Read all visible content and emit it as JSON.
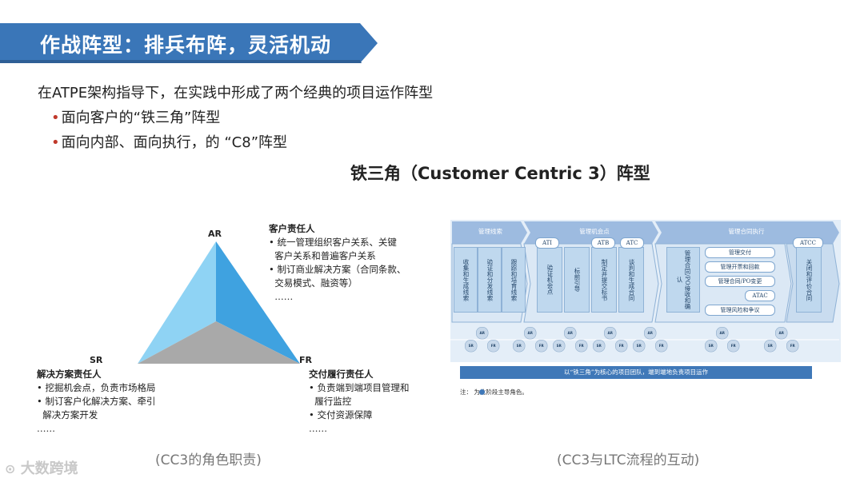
{
  "header": {
    "title": "作战阵型：排兵布阵，灵活机动",
    "banner_color": "#3a76b8"
  },
  "intro": {
    "line": "在ATPE架构指导下，在实践中形成了两个经典的项目运作阵型",
    "bullets": [
      "面向客户的“铁三角”阵型",
      "面向内部、面向执行，的 “C8”阵型"
    ]
  },
  "section_title": "铁三角（Customer Centric 3）阵型",
  "triangle": {
    "top_label": "AR",
    "left_label": "SR",
    "right_label": "FR",
    "colors": {
      "left_face": "#8fd3f4",
      "right_face": "#3fa2e0",
      "bottom_face": "#a9a9a9"
    },
    "ar_block": {
      "heading": "客户责任人",
      "lines": [
        "• 统一管理组织客户关系、关键",
        "  客户关系和普遍客户关系",
        "• 制订商业解决方案（合同条款、",
        "  交易模式、融资等）",
        "  ……"
      ]
    },
    "sr_block": {
      "heading": "解决方案责任人",
      "lines": [
        "• 挖掘机会点，负责市场格局",
        "• 制订客户化解决方案、牵引",
        "  解决方案开发",
        "……"
      ]
    },
    "fr_block": {
      "heading": "交付履行责任人",
      "lines": [
        "• 负责端到端项目管理和",
        "  履行监控",
        "• 交付资源保障",
        "……"
      ]
    },
    "caption": "(CC3的角色职责)"
  },
  "ltc": {
    "stages": [
      "管理线索",
      "管理机会点",
      "管理合同执行"
    ],
    "lead_cols": [
      "收集和生成线索",
      "验证和分发线索",
      "跟踪和培育线索"
    ],
    "opp_cols": [
      "验证机会点",
      "标前引导",
      "制定并提交标书",
      "谈判和生成合同"
    ],
    "opp_gates": [
      "ATI",
      "ATB",
      "ATC"
    ],
    "contract_first": "管理合同/PO接收和确认",
    "contract_pills": [
      "管理交付",
      "管理开票和回款",
      "管理合同/PO变更",
      "ATAC",
      "管理风险和争议"
    ],
    "atcc": "ATCC",
    "close_col": "关闭和评价合同",
    "roles": [
      "AR",
      "SR",
      "FR"
    ],
    "bottom_bar": "以“铁三角”为核心的项目团队，端到端地负责项目运作",
    "note": "注：   为此阶段主导角色。",
    "colors": {
      "header": "#9dbbe0",
      "body": "#dbe8f5",
      "accent": "#3f78b8"
    },
    "caption": "(CC3与LTC流程的互动)"
  },
  "watermark": "大数跨境"
}
